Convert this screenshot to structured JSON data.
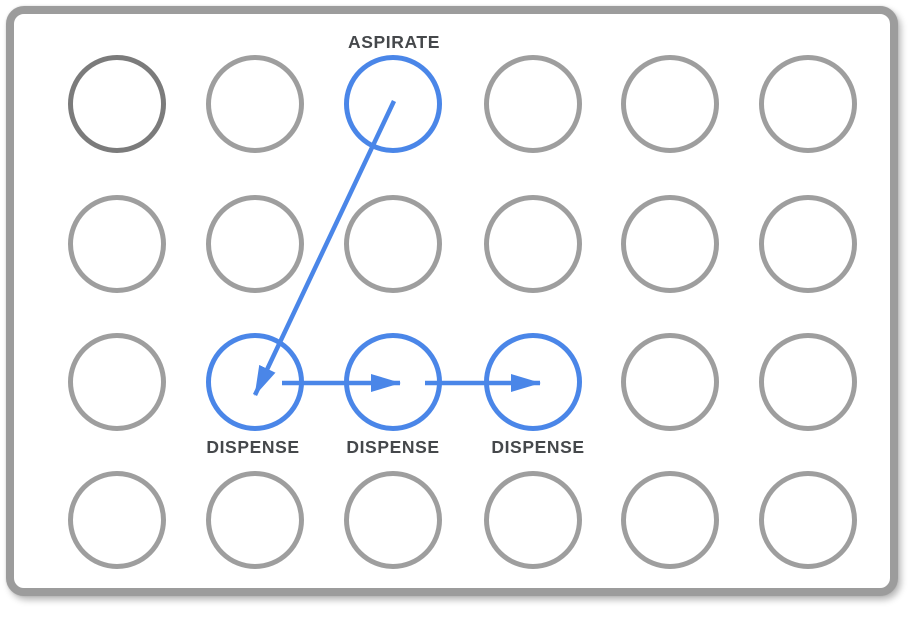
{
  "plate": {
    "rows": 4,
    "cols": 6,
    "colors": {
      "well_outline": "#9e9e9e",
      "first_well_outline": "#7b7b7b",
      "highlight": "#4a86e8",
      "plate_border": "#9c9c9c",
      "label_text": "#45484b",
      "background": "#ffffff"
    }
  },
  "labels": {
    "aspirate": "ASPIRATE",
    "dispense_1": "DISPENSE",
    "dispense_2": "DISPENSE",
    "dispense_3": "DISPENSE"
  },
  "steps": {
    "aspirate_well": {
      "row": 1,
      "col": 3
    },
    "dispense_wells": [
      {
        "row": 3,
        "col": 2
      },
      {
        "row": 3,
        "col": 3
      },
      {
        "row": 3,
        "col": 4
      }
    ]
  },
  "arrows": [
    {
      "from": "aspirate_well",
      "to": "dispense_well_1",
      "direction": "diagonal-down-left"
    },
    {
      "from": "dispense_well_1",
      "to": "dispense_well_2",
      "direction": "right"
    },
    {
      "from": "dispense_well_2",
      "to": "dispense_well_3",
      "direction": "right"
    }
  ]
}
